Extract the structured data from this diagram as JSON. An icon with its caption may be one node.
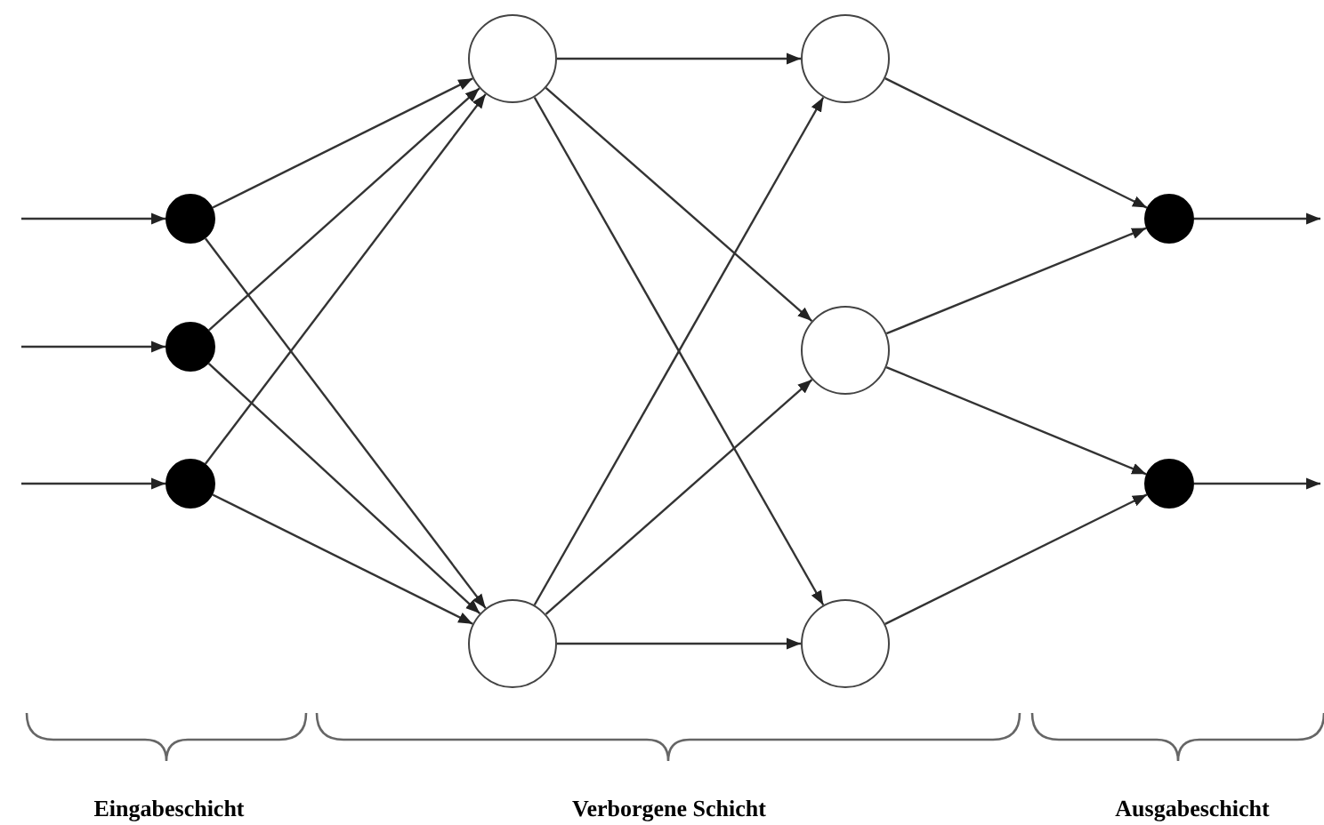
{
  "diagram": {
    "nodes": [
      {
        "text": [],
        "shape": "circle"
      },
      {
        "text": [],
        "shape": "circle"
      },
      {
        "text": [],
        "shape": "circle"
      },
      {
        "text": [],
        "shape": "circle"
      },
      {
        "text": [],
        "shape": "circle"
      },
      {
        "text": [],
        "shape": "circle"
      },
      {
        "text": [],
        "shape": "circle"
      },
      {
        "text": [],
        "shape": "circle"
      },
      {
        "text": [],
        "shape": "circle"
      },
      {
        "text": [],
        "shape": "circle"
      }
    ],
    "edges": [
      {
        "from": null,
        "to": 0,
        "arrow": "to"
      },
      {
        "from": null,
        "to": 1,
        "arrow": "to"
      },
      {
        "from": null,
        "to": 2,
        "arrow": "to"
      },
      {
        "from": 0,
        "to": 3,
        "arrow": "to"
      },
      {
        "from": 0,
        "to": 4,
        "arrow": "to"
      },
      {
        "from": 1,
        "to": 3,
        "arrow": "to"
      },
      {
        "from": 1,
        "to": 4,
        "arrow": "to"
      },
      {
        "from": 2,
        "to": 3,
        "arrow": "to"
      },
      {
        "from": 2,
        "to": 4,
        "arrow": "to"
      },
      {
        "from": 3,
        "to": 5,
        "arrow": "to"
      },
      {
        "from": 3,
        "to": 6,
        "arrow": "to"
      },
      {
        "from": 3,
        "to": 7,
        "arrow": "to"
      },
      {
        "from": 4,
        "to": 5,
        "arrow": "to"
      },
      {
        "from": 4,
        "to": 6,
        "arrow": "to"
      },
      {
        "from": 4,
        "to": 7,
        "arrow": "to"
      },
      {
        "from": 5,
        "to": 8,
        "arrow": "to"
      },
      {
        "from": 6,
        "to": 8,
        "arrow": "to"
      },
      {
        "from": 6,
        "to": 9,
        "arrow": "to"
      },
      {
        "from": 7,
        "to": 9,
        "arrow": "to"
      },
      {
        "from": 8,
        "to": null,
        "arrow": "to"
      },
      {
        "from": 9,
        "to": null,
        "arrow": "to"
      }
    ],
    "labels": [
      "Eingabeschicht",
      "Verborgene Schicht",
      "Ausgabeschicht"
    ]
  }
}
